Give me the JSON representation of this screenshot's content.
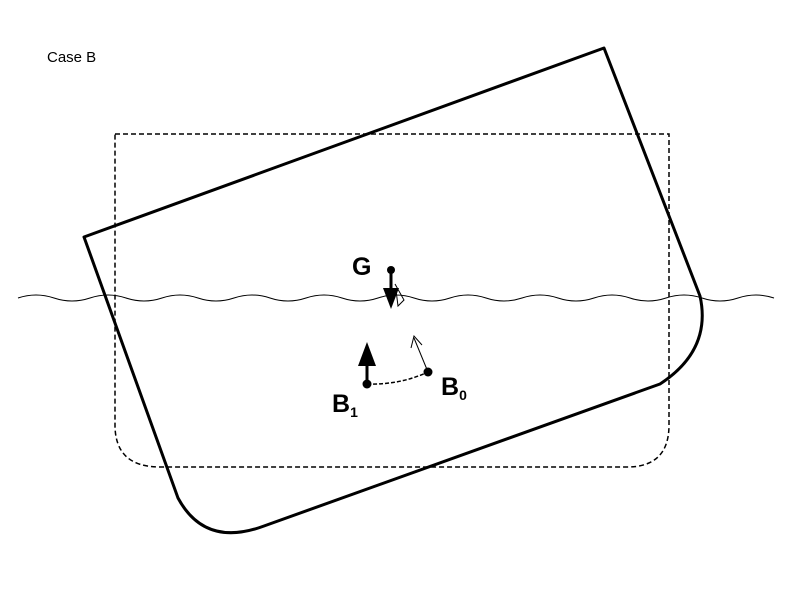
{
  "title": "Case B",
  "points": {
    "g": {
      "label": "G"
    },
    "b1": {
      "label": "B",
      "subscript": "1"
    },
    "b0": {
      "label": "B",
      "subscript": "0"
    }
  },
  "colors": {
    "stroke": "#000000",
    "background": "#ffffff"
  }
}
